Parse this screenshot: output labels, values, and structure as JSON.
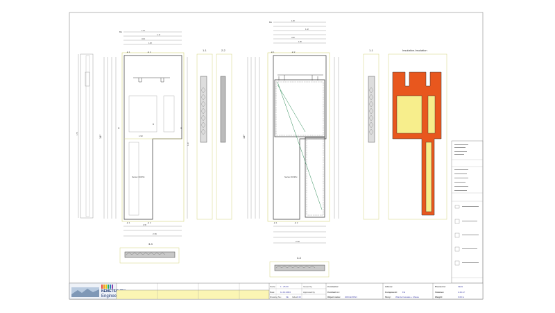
{
  "sections": {
    "s11a": "1-1",
    "s22": "2-2",
    "s11b": "1-1",
    "insulation": "Insulation-Insulation",
    "s33a": "3-3",
    "s33b": "3-3"
  },
  "element_labels": {
    "left": "Sertec 60/35x",
    "right": "Sertec 60/35x"
  },
  "title_block": {
    "logo_line1": "NEMETSCHEK",
    "logo_line2": "Engineering",
    "scale_label": "Scale:",
    "scale_value": "1 : 25.00",
    "date_label": "Date:",
    "date_value": "11.10.2004",
    "drawing_no_label": "Drawing No.:",
    "drawing_no_value": "FE",
    "index_label": "Index:",
    "index_value": "1 00",
    "issued_label": "Issued by",
    "approved_label": "Approved by",
    "contractor_label": "Contractor:",
    "contract_label": "Contract nr.:",
    "object_label": "Object name:",
    "object_value": "2003-EXPAN",
    "address_label": "Adress:",
    "component_label": "Component:",
    "component_value": "FE",
    "story_label": "Story:",
    "story_value": "Wände Fassade + Masse",
    "precast_label": "Precast nr:",
    "precast_value": "FE01",
    "volumes_label": "Volumes:",
    "volumes_value": "2.44 m³",
    "weight_label": "Weight:",
    "weight_value": "6.09 to"
  }
}
